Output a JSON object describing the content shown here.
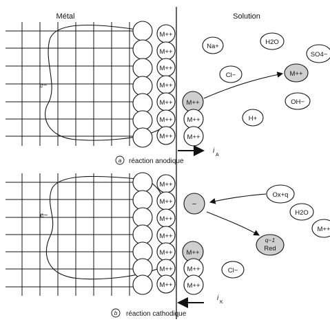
{
  "header": {
    "metal": "Métal",
    "solution": "Solution"
  },
  "panel_a": {
    "letter": "a",
    "caption": "réaction anodique",
    "electron": "e−",
    "current_symbol": "i",
    "current_sub": "A",
    "metal_ions": [
      "M++",
      "M++",
      "M++",
      "M++",
      "M++",
      "M++",
      "M++"
    ],
    "surface_ions": [
      "M++",
      "M++",
      "M++"
    ],
    "solution_species": {
      "na": "Na+",
      "h2o": "H2O",
      "so4": "SO4−",
      "cl": "Cl−",
      "m_free": "M++",
      "oh": "OH−",
      "h": "H+"
    }
  },
  "panel_b": {
    "letter": "b",
    "caption": "réaction cathodique",
    "electron": "e−",
    "current_symbol": "i",
    "current_sub": "K",
    "metal_ions": [
      "M++",
      "M++",
      "M++",
      "M++",
      "M++",
      "M++",
      "M++"
    ],
    "surface_ions": [
      "M++",
      "M++",
      "M++"
    ],
    "solution_species": {
      "ox": "Ox+q",
      "h2o": "H2O",
      "m_edge": "M++",
      "red_top": "q−1",
      "red_bottom": "Red",
      "cl": "Cl−",
      "electron_symbol": "−"
    }
  }
}
